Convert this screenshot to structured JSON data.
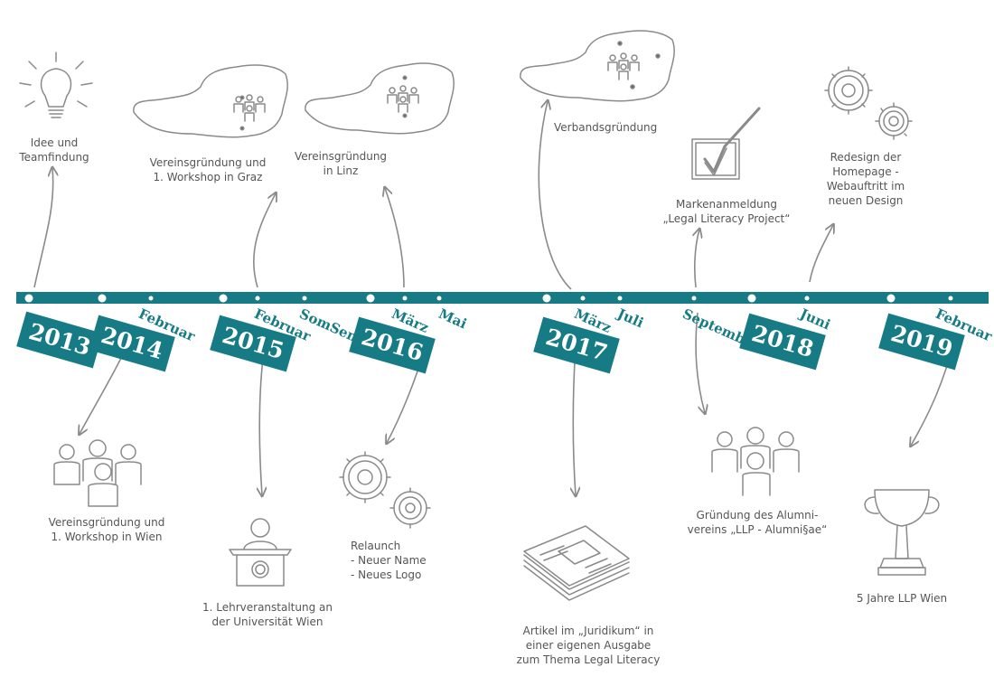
{
  "colors": {
    "accent": "#167b84",
    "sketch": "#8a8a8a",
    "text": "#555555"
  },
  "years": [
    "2013",
    "2014",
    "2015",
    "2016",
    "2017",
    "2018",
    "2019"
  ],
  "months": [
    "Februar",
    "Februar",
    "SomSem",
    "März",
    "Mai",
    "März",
    "Juli",
    "September",
    "Juni",
    "Februar"
  ],
  "events_top": [
    {
      "text": "Idee und\nTeamfindung",
      "icon": "lightbulb-icon"
    },
    {
      "text": "Vereinsgründung und\n1. Workshop in Graz",
      "icon": "austria-map-icon"
    },
    {
      "text": "Vereinsgründung\nin Linz",
      "icon": "austria-map-icon"
    },
    {
      "text": "Verbandsgründung",
      "icon": "austria-map-icon"
    },
    {
      "text": "Markenanmeldung\n„Legal Literacy Project“",
      "icon": "checkbox-icon"
    },
    {
      "text": "Redesign der\nHomepage -\nWebauftritt im\nneuen Design",
      "icon": "gears-icon"
    }
  ],
  "events_bottom": [
    {
      "text": "Vereinsgründung und\n1. Workshop in Wien",
      "icon": "people-group-icon"
    },
    {
      "text": "1. Lehrveranstaltung an\nder Universität Wien",
      "icon": "lectern-icon"
    },
    {
      "text": "Relaunch\n- Neuer Name\n- Neues Logo",
      "icon": "gears-icon"
    },
    {
      "text": "Artikel im „Juridikum“ in\neiner eigenen Ausgabe\nzum Thema Legal Literacy",
      "icon": "newspaper-icon"
    },
    {
      "text": "Gründung des Alumni-\nvereins „LLP - Alumni§ae“",
      "icon": "people-group-icon"
    },
    {
      "text": "5 Jahre LLP Wien",
      "icon": "trophy-icon"
    }
  ]
}
